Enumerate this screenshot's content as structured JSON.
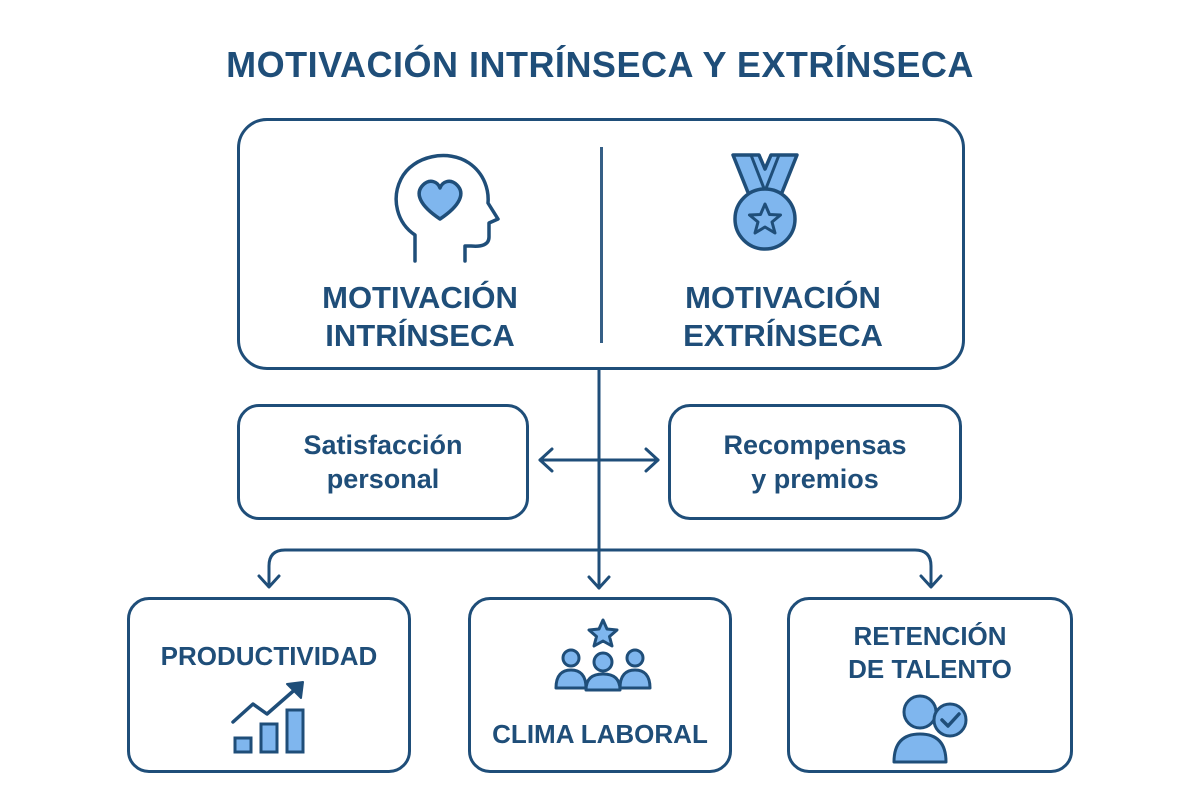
{
  "title": "MOTIVACIÓN INTRÍNSECA Y EXTRÍNSECA",
  "colors": {
    "stroke": "#1f4e79",
    "fill": "#7fb6ee",
    "background": "#ffffff"
  },
  "top_box": {
    "left": {
      "line1": "MOTIVACIÓN",
      "line2": "INTRÍNSECA",
      "icon": "head-heart-icon"
    },
    "right": {
      "line1": "MOTIVACIÓN",
      "line2": "EXTRÍNSECA",
      "icon": "medal-star-icon"
    }
  },
  "middle": {
    "left": {
      "line1": "Satisfacción",
      "line2": "personal"
    },
    "right": {
      "line1": "Recompensas",
      "line2": "y premios"
    }
  },
  "outcomes": {
    "productivity": {
      "label": "PRODUCTIVIDAD",
      "icon": "growth-chart-icon"
    },
    "climate": {
      "label": "CLIMA LABORAL",
      "icon": "team-star-icon"
    },
    "retention": {
      "line1": "RETENCIÓN",
      "line2": "DE TALENTO",
      "icon": "person-check-icon"
    }
  }
}
